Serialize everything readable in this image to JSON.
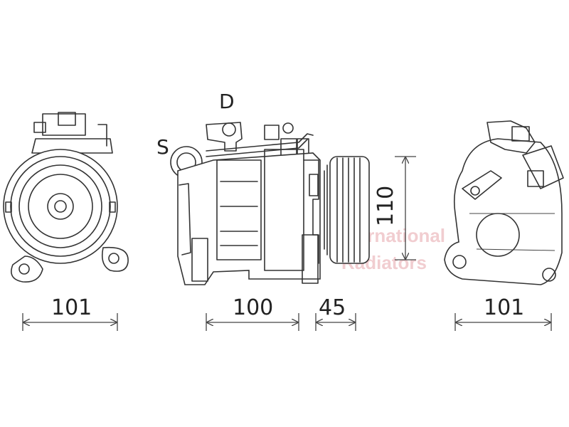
{
  "labels": {
    "port_discharge": "D",
    "port_suction": "S"
  },
  "dimensions": {
    "front_width": "101",
    "body_length": "100",
    "pulley_length": "45",
    "height": "110",
    "rear_width": "101"
  },
  "watermark": {
    "line1": "International",
    "line2": "Radiators"
  },
  "colors": {
    "line": "#333333",
    "watermark": "#f0c8cc"
  }
}
